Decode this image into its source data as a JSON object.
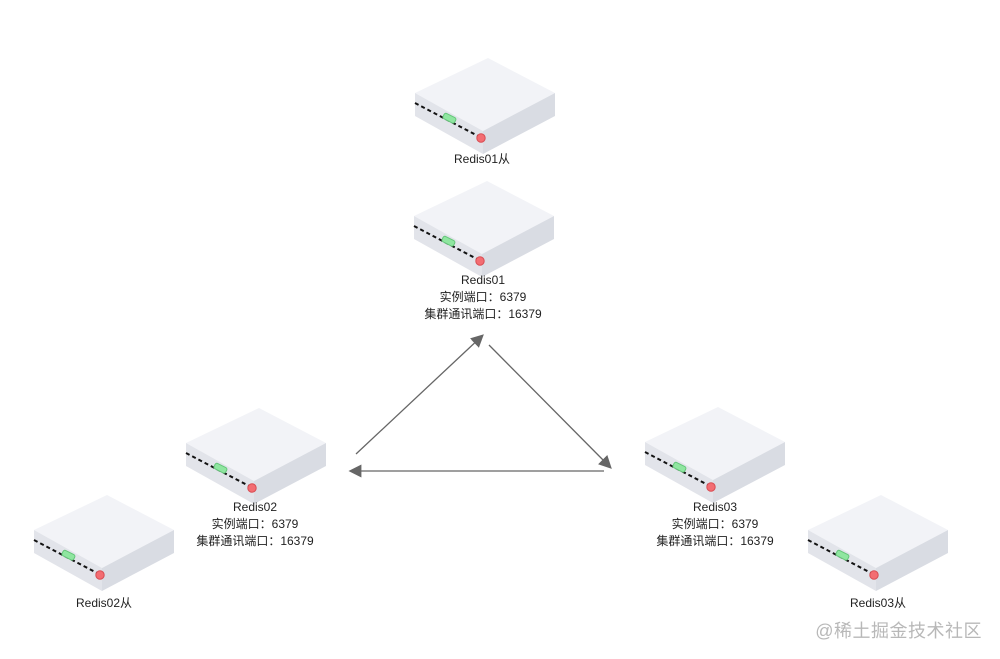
{
  "nodes": {
    "redis01_slave": {
      "name": "Redis01从"
    },
    "redis01": {
      "name": "Redis01",
      "instance_port": "实例端口：6379",
      "cluster_port": "集群通讯端口：16379"
    },
    "redis02": {
      "name": "Redis02",
      "instance_port": "实例端口：6379",
      "cluster_port": "集群通讯端口：16379"
    },
    "redis03": {
      "name": "Redis03",
      "instance_port": "实例端口：6379",
      "cluster_port": "集群通讯端口：16379"
    },
    "redis02_slave": {
      "name": "Redis02从"
    },
    "redis03_slave": {
      "name": "Redis03从"
    }
  },
  "watermark": "@稀土掘金技术社区",
  "colors": {
    "background": "#ffffff",
    "server_top": "#f2f3f7",
    "server_side_left": "#e2e4ea",
    "server_side_right": "#d9dce3",
    "led_green": "#8fe6a0",
    "led_red": "#f36d72",
    "arrow": "#666666",
    "text": "#222222",
    "watermark": "#b8b8b8"
  },
  "edges": [
    {
      "from": "redis02",
      "to": "redis01"
    },
    {
      "from": "redis01",
      "to": "redis03"
    },
    {
      "from": "redis03",
      "to": "redis02"
    }
  ]
}
